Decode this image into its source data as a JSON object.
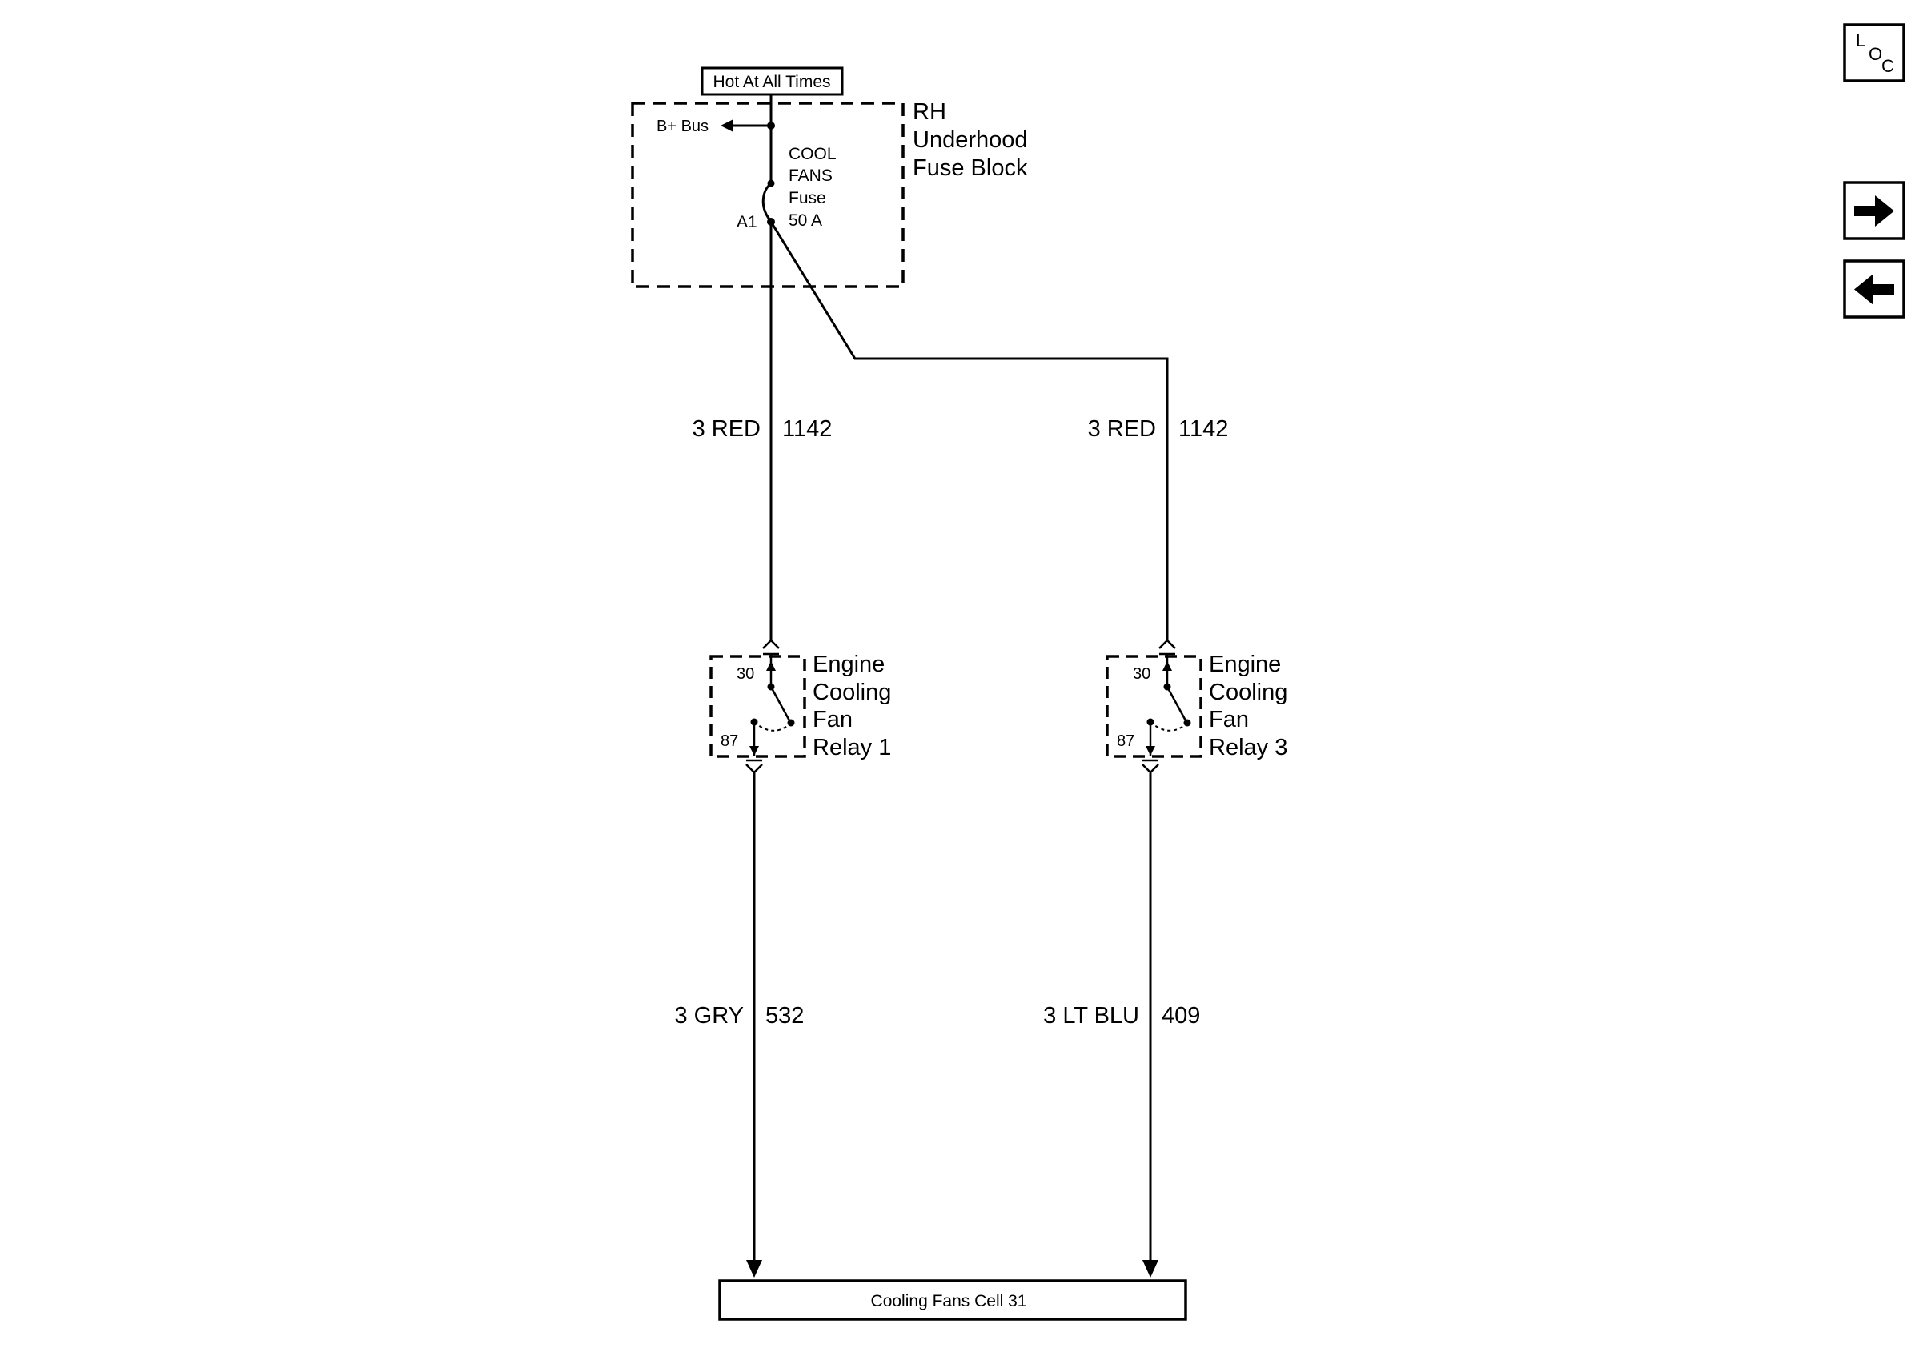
{
  "header": {
    "hot_label": "Hot At All Times"
  },
  "fuse_block": {
    "title_line1": "RH",
    "title_line2": "Underhood",
    "title_line3": "Fuse Block",
    "bus_label": "B+ Bus",
    "fuse_line1": "COOL",
    "fuse_line2": "FANS",
    "fuse_line3": "Fuse",
    "fuse_line4": "50 A",
    "terminal": "A1"
  },
  "wires": {
    "left_top": {
      "gauge_color": "3 RED",
      "circuit": "1142"
    },
    "right_top": {
      "gauge_color": "3 RED",
      "circuit": "1142"
    },
    "left_bottom": {
      "gauge_color": "3 GRY",
      "circuit": "532"
    },
    "right_bottom": {
      "gauge_color": "3 LT BLU",
      "circuit": "409"
    }
  },
  "relay1": {
    "line1": "Engine",
    "line2": "Cooling",
    "line3": "Fan",
    "line4": "Relay 1",
    "pin_top": "30",
    "pin_bottom": "87"
  },
  "relay3": {
    "line1": "Engine",
    "line2": "Cooling",
    "line3": "Fan",
    "line4": "Relay 3",
    "pin_top": "30",
    "pin_bottom": "87"
  },
  "footer": {
    "cell_label": "Cooling Fans Cell 31"
  },
  "nav": {
    "loc_l": "L",
    "loc_o": "O",
    "loc_c": "C",
    "forward_icon": "arrow-right-icon",
    "back_icon": "arrow-left-icon"
  }
}
